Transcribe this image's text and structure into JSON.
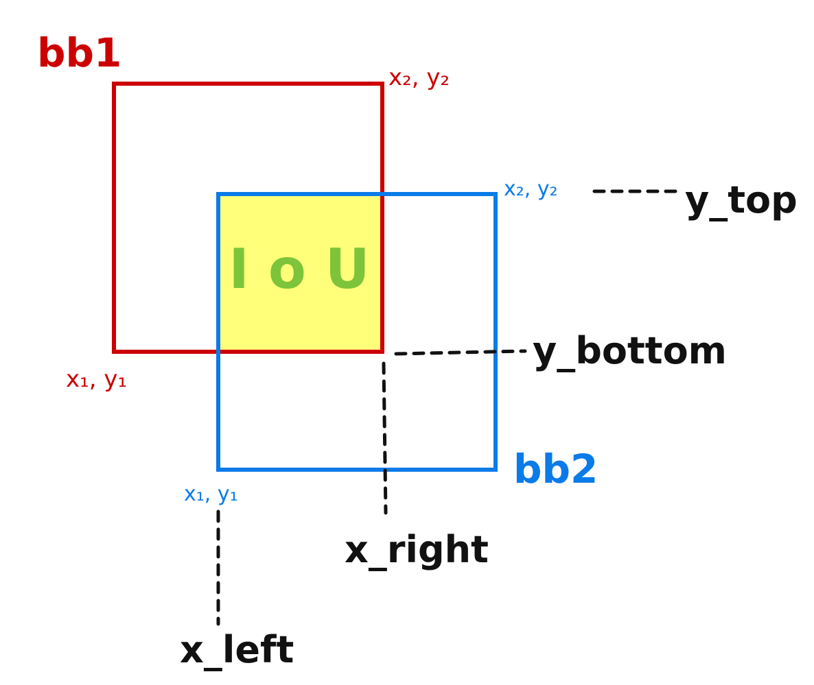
{
  "colors": {
    "bb1": "#cc0000",
    "bb2": "#0a7be8",
    "intersection_fill": "#ffff7a",
    "iou_text": "#7dc43a",
    "guide": "#111111"
  },
  "bb1": {
    "label": "bb1",
    "corner_min": "x₁, y₁",
    "corner_max": "x₂, y₂"
  },
  "bb2": {
    "label": "bb2",
    "corner_min": "x₁, y₁",
    "corner_max": "x₂, y₂"
  },
  "intersection": {
    "label": "I o U"
  },
  "guides": {
    "y_top": "y_top",
    "y_bottom": "y_bottom",
    "x_left": "x_left",
    "x_right": "x_right"
  }
}
